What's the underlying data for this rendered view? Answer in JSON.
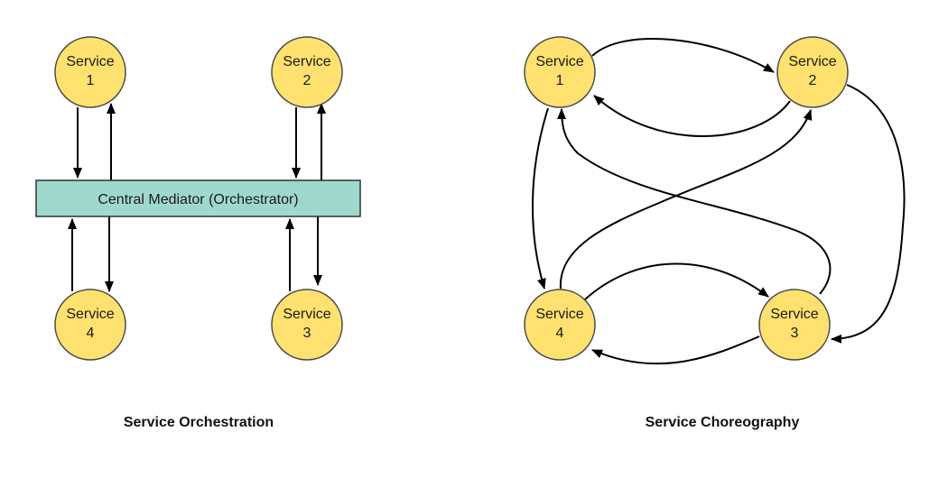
{
  "colors": {
    "node_fill": "#ffe170",
    "node_stroke": "#4a4a4a",
    "mediator_fill": "#9fd9cd",
    "mediator_stroke": "#333333",
    "arrow": "#000000"
  },
  "orchestration": {
    "caption": "Service Orchestration",
    "mediator_label": "Central Mediator (Orchestrator)",
    "nodes": [
      {
        "id": "1",
        "line1": "Service",
        "line2": "1"
      },
      {
        "id": "2",
        "line1": "Service",
        "line2": "2"
      },
      {
        "id": "4",
        "line1": "Service",
        "line2": "4"
      },
      {
        "id": "3",
        "line1": "Service",
        "line2": "3"
      }
    ]
  },
  "choreography": {
    "caption": "Service Choreography",
    "nodes": [
      {
        "id": "1",
        "line1": "Service",
        "line2": "1"
      },
      {
        "id": "2",
        "line1": "Service",
        "line2": "2"
      },
      {
        "id": "4",
        "line1": "Service",
        "line2": "4"
      },
      {
        "id": "3",
        "line1": "Service",
        "line2": "3"
      }
    ]
  }
}
